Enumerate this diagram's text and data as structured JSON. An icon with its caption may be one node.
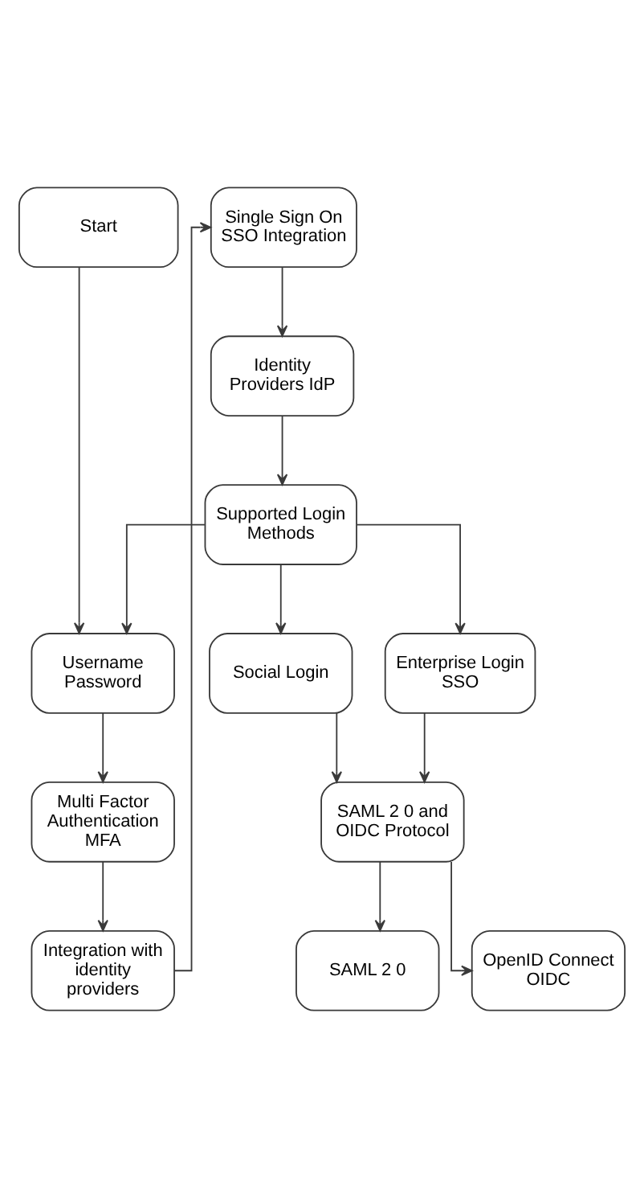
{
  "diagram": {
    "nodes": [
      {
        "text": [
          "Start"
        ]
      },
      {
        "text": [
          "Single Sign On SSO Integration"
        ]
      },
      {
        "text": [
          "Identity Providers IdP"
        ]
      },
      {
        "text": [
          "Supported Login Methods"
        ]
      },
      {
        "text": [
          "Username Password"
        ]
      },
      {
        "text": [
          "Social Login"
        ]
      },
      {
        "text": [
          "Enterprise Login SSO"
        ]
      },
      {
        "text": [
          "Multi Factor Authentication MFA"
        ]
      },
      {
        "text": [
          "SAML 2 0 and OIDC Protocol"
        ]
      },
      {
        "text": [
          "Integration with identity providers"
        ]
      },
      {
        "text": [
          "SAML 2 0"
        ]
      },
      {
        "text": [
          "OpenID Connect OIDC"
        ]
      }
    ],
    "edges": [
      {
        "from": 0,
        "to": 4,
        "arrow": "to"
      },
      {
        "from": 1,
        "to": 2,
        "arrow": "to"
      },
      {
        "from": 2,
        "to": 3,
        "arrow": "to"
      },
      {
        "from": 3,
        "to": 4,
        "arrow": "to"
      },
      {
        "from": 3,
        "to": 5,
        "arrow": "to"
      },
      {
        "from": 3,
        "to": 6,
        "arrow": "to"
      },
      {
        "from": 4,
        "to": 7,
        "arrow": "to"
      },
      {
        "from": 5,
        "to": 8,
        "arrow": "to"
      },
      {
        "from": 6,
        "to": 8,
        "arrow": "to"
      },
      {
        "from": 7,
        "to": 9,
        "arrow": "to"
      },
      {
        "from": 9,
        "to": 1,
        "arrow": "to"
      },
      {
        "from": 8,
        "to": 10,
        "arrow": "to"
      },
      {
        "from": 8,
        "to": 11,
        "arrow": "to"
      }
    ]
  }
}
